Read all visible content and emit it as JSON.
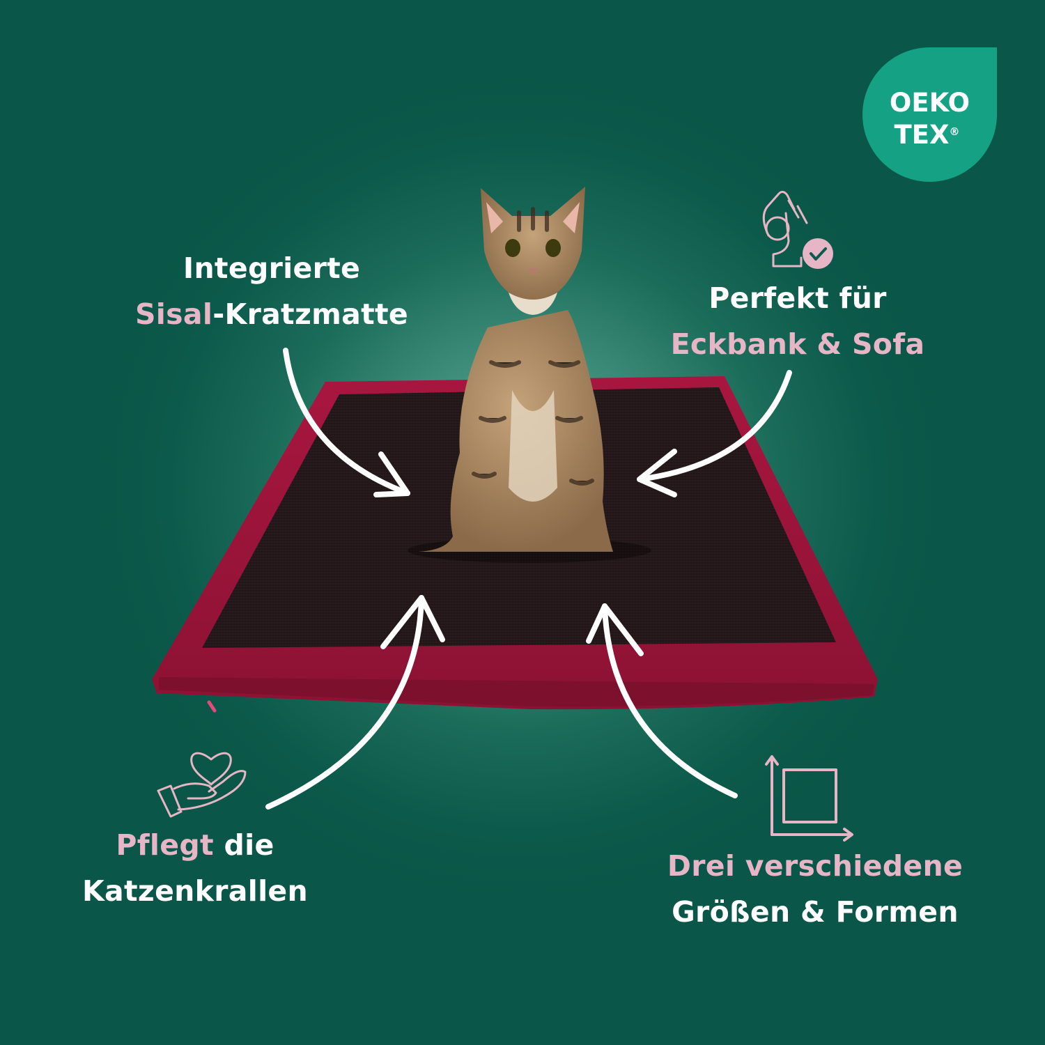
{
  "badge": {
    "line1": "OEKO",
    "line2": "TEX",
    "mark": "®"
  },
  "callouts": {
    "sisal": {
      "line1": "Integrierte",
      "line2_highlight": "Sisal",
      "line2_rest": "-Kratzmatte",
      "icon": "none"
    },
    "sofa": {
      "line1": "Perfekt für",
      "line2_highlight": "Eckbank & Sofa",
      "icon": "ok-hand-check-icon"
    },
    "claws": {
      "line1_highlight": "Pflegt",
      "line1_rest": " die",
      "line2": "Katzenkrallen",
      "icon": "heart-hand-icon"
    },
    "sizes": {
      "line1_highlight": "Drei verschiedene",
      "line2": "Größen & Formen",
      "icon": "dimensions-square-icon"
    }
  },
  "colors": {
    "background": "#0c5a4b",
    "highlight_text": "#e6b6c6",
    "badge": "#15a184",
    "mat_border": "#a3193f",
    "mat_sisal": "#1f1516"
  }
}
